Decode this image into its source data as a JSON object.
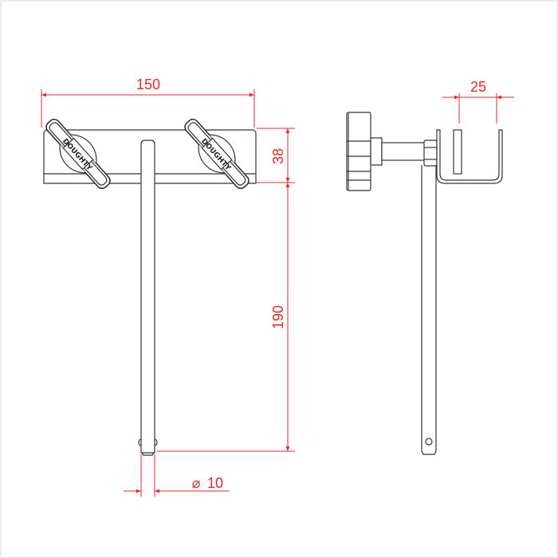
{
  "drawing": {
    "front_view": {
      "brand_label": "DOUGHTY",
      "dimensions": {
        "width": "150",
        "plate_height": "38",
        "rod_length": "190",
        "rod_diameter_symbol": "⌀",
        "rod_diameter": "10"
      }
    },
    "side_view": {
      "dimensions": {
        "clamp_opening": "25"
      }
    },
    "colors": {
      "dimension_line": "#e8262b",
      "outline": "#333333",
      "frame_border": "#ececec",
      "background": "#ffffff"
    }
  }
}
